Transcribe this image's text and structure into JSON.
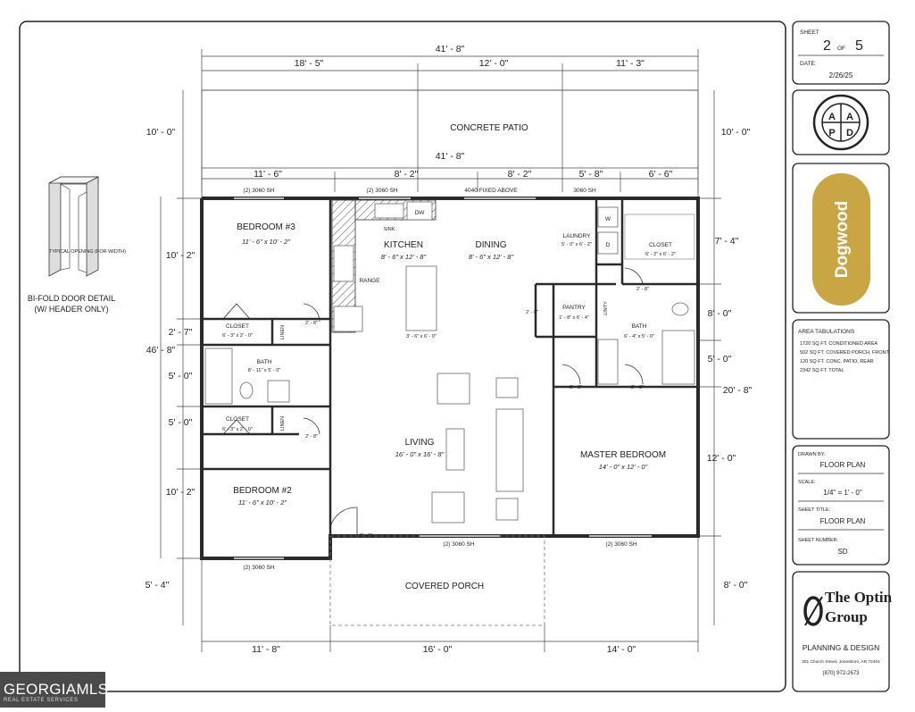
{
  "overall": {
    "width_top": "41' - 8\"",
    "depth": "46' - 8\"",
    "width_mid": "41' - 8\""
  },
  "top_dims": [
    "18' - 5\"",
    "12' - 0\"",
    "11' - 3\""
  ],
  "mid_dims": [
    "11' - 6\"",
    "8' - 2\"",
    "8' - 2\"",
    "5' - 8\"",
    "6' - 6\""
  ],
  "bottom_dims": [
    "11' - 8\"",
    "16' - 0\"",
    "14' - 0\""
  ],
  "left_dims": [
    "10' - 0\"",
    "10' - 2\"",
    "2' - 7\"",
    "5' - 0\"",
    "5' - 0\"",
    "10' - 2\"",
    "5' - 4\""
  ],
  "right_dims": [
    "10' - 0\"",
    "7' - 4\"",
    "8' - 0\"",
    "5' - 0\"",
    "20' - 8\"",
    "12' - 0\"",
    "8' - 0\""
  ],
  "rooms": {
    "patio": "CONCRETE PATIO",
    "bedroom3": {
      "name": "BEDROOM #3",
      "size": "11' - 6\" x 10' - 2\""
    },
    "kitchen": {
      "name": "KITCHEN",
      "size": "8' - 6\" x 12' - 8\""
    },
    "dining": {
      "name": "DINING",
      "size": "8' - 6\" x 12' - 8\""
    },
    "laundry": {
      "name": "LAUNDRY",
      "size": "5' - 0\" x 6' - 2\""
    },
    "closet_master": {
      "name": "CLOSET",
      "size": "6' - 2\" x 6' - 2\""
    },
    "closet1": {
      "name": "CLOSET",
      "size": "6' - 3\" x 2' - 0\""
    },
    "bath1": {
      "name": "BATH",
      "size": "8' - 11\" x 5' - 0\""
    },
    "closet2": {
      "name": "CLOSET",
      "size": "6' - 3\" x 2' - 0\""
    },
    "bedroom2": {
      "name": "BEDROOM #2",
      "size": "11' - 6\" x 10' - 2\""
    },
    "living": {
      "name": "LIVING",
      "size": "16' - 0\" x 16' - 8\""
    },
    "pantry": {
      "name": "PANTRY",
      "size": "1' - 8\" x 6' - 4\""
    },
    "bath_master": {
      "name": "BATH",
      "size": "6' - 4\" x 5' - 0\""
    },
    "master": {
      "name": "MASTER BEDROOM",
      "size": "14' - 0\" x 12' - 0\""
    },
    "porch": "COVERED PORCH"
  },
  "labels": {
    "window_b3": "(2) 3060 SH",
    "window_k": "(2) 3060 SH",
    "window_fixed": "4040 FIXED ABOVE",
    "window_laundry": "3060 SH",
    "window_b2": "(2) 3060 SH",
    "window_living": "(2) 3060 SH",
    "window_master": "(2) 3060 SH",
    "sink": "SINK",
    "dw": "DW",
    "range": "RANGE",
    "island": "3' - 6\" x 6' - 0\"",
    "washer": "W",
    "dryer": "D",
    "linen1": "LINEN",
    "linen2": "LINEN",
    "linty": "LINTY",
    "door_28": "2' - 8\"",
    "door_30": "3' - 0\""
  },
  "bifold": {
    "caption": "TYPICAL OPENING (FOR WIDTH)",
    "title": "BI-FOLD DOOR DETAIL",
    "subtitle": "(W/ HEADER ONLY)"
  },
  "sheet": {
    "label": "SHEET",
    "number": "2",
    "of": "OF",
    "total": "5",
    "date_label": "DATE:",
    "date": "2/26/25"
  },
  "plan_name": "Dogwood",
  "area": {
    "title": "AREA TABULATIONS",
    "lines": [
      "1720 SQ FT. CONDITIONED AREA",
      "502 SQ FT. COVERED PORCH, FRONT",
      "120 SQ FT. CONC. PATIO, REAR",
      "2342 SQ FT. TOTAL"
    ]
  },
  "info": {
    "drawn_by_label": "DRAWN BY:",
    "drawn_by": "FLOOR PLAN",
    "scale_label": "SCALE:",
    "scale": "1/4\" = 1' - 0\"",
    "sheet_title_label": "SHEET TITLE:",
    "sheet_title": "FLOOR PLAN",
    "sheet_number_label": "SHEET NUMBER:",
    "sheet_number": "SD"
  },
  "company": {
    "name_line1": "The Optin",
    "name_line2": "Group",
    "tagline": "PLANNING & DESIGN",
    "address": "301 Church Street, Jonesboro, AR 72401",
    "phone": "(870) 972-2673"
  },
  "watermark": {
    "word": "GEORGIAMLS",
    "sub": "REAL ESTATE SERVICES"
  },
  "colors": {
    "badge_gold": "#c9a544",
    "line": "#2a2a2a",
    "watermark_bg": "#4a4a4a"
  }
}
